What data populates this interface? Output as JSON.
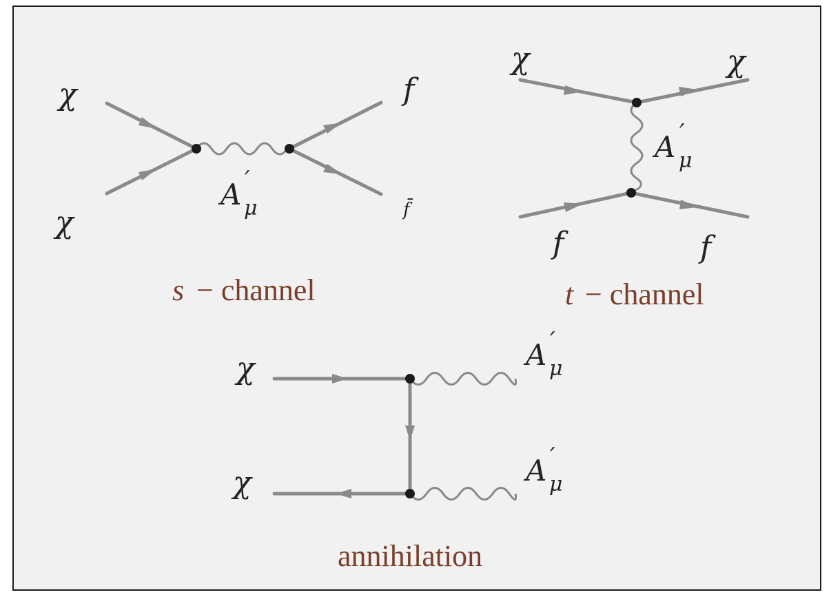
{
  "colors": {
    "background": "#f1f1f1",
    "line": "#8a8a8a",
    "vertex": "#1a1a1a",
    "label": "#222222",
    "caption": "#7a3f2a"
  },
  "diagrams": {
    "s_channel": {
      "in_top": "χ",
      "in_bottom": "χ",
      "out_top": "f",
      "out_bottom": "f̄",
      "mediator": "A",
      "mediator_sub": "μ",
      "caption_var": "s",
      "caption_text": "− channel"
    },
    "t_channel": {
      "in_top": "χ",
      "out_top": "χ",
      "in_bottom": "f",
      "out_bottom": "f",
      "mediator": "A",
      "mediator_sub": "μ",
      "caption_var": "t",
      "caption_text": "− channel"
    },
    "annihilation": {
      "in_top": "χ",
      "in_bottom": "χ",
      "out_top": "A",
      "out_top_sub": "μ",
      "out_bottom": "A",
      "out_bottom_sub": "μ",
      "caption": "annihilation"
    }
  }
}
